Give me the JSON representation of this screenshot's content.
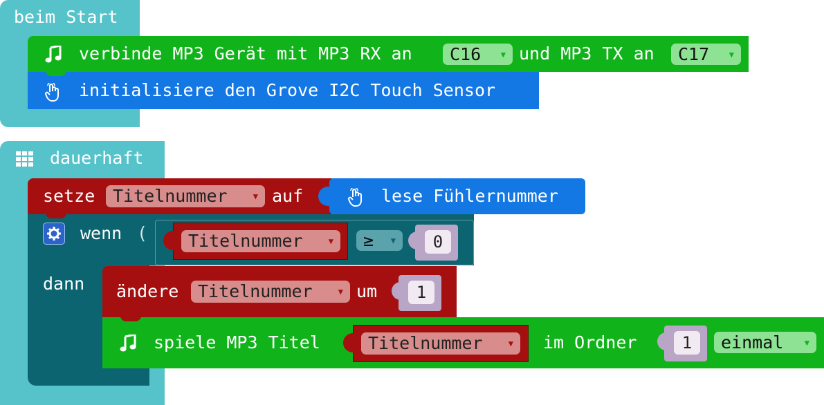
{
  "colors": {
    "events": "#56c3cb",
    "music": "#11b31a",
    "touch": "#1377e4",
    "variable": "#a50f0f",
    "logic": "#0c6470",
    "math": "#b9a5c6",
    "white": "#ffffff"
  },
  "on_start": {
    "label": "beim Start",
    "connect_mp3": {
      "icon": "music-note-icon",
      "text1": "verbinde MP3 Gerät mit MP3 RX an",
      "rx_pin": "C16",
      "text2": "und MP3 TX an",
      "tx_pin": "C17"
    },
    "init_touch": {
      "icon": "touch-hand-icon",
      "text": "initialisiere den Grove I2C Touch Sensor"
    }
  },
  "forever": {
    "icon": "grid-icon",
    "label": "dauerhaft",
    "set_var": {
      "text1": "setze",
      "variable": "Titelnummer",
      "text2": "auf",
      "reporter": {
        "icon": "touch-hand-icon",
        "text": "lese Fühlernummer"
      }
    },
    "if_block": {
      "icon": "gear-icon",
      "if_label": "wenn",
      "then_label": "dann",
      "condition": {
        "variable": "Titelnummer",
        "operator": "≥",
        "value": "0"
      },
      "change_var": {
        "text1": "ändere",
        "variable": "Titelnummer",
        "text2": "um",
        "value": "1"
      },
      "play_mp3": {
        "icon": "music-note-icon",
        "text1": "spiele MP3 Titel",
        "variable": "Titelnummer",
        "text2": "im Ordner",
        "folder": "1",
        "mode": "einmal"
      }
    }
  }
}
